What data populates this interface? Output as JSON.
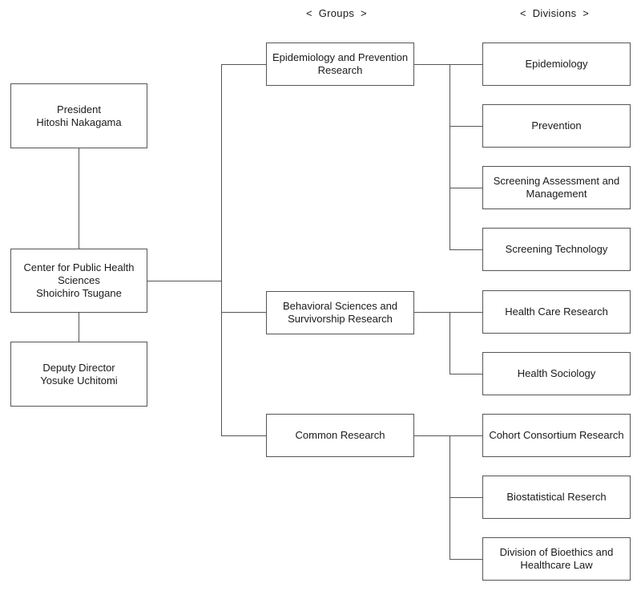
{
  "headers": {
    "groups": "<  Groups  >",
    "divisions": "<  Divisions  >"
  },
  "people": {
    "president": {
      "title": "President",
      "name": "Hitoshi Nakagama"
    },
    "center": {
      "line1": "Center for Public Health",
      "line2": "Sciences",
      "name": "Shoichiro Tsugane"
    },
    "deputy": {
      "title": "Deputy Director",
      "name": "Yosuke Uchitomi"
    }
  },
  "groups": [
    {
      "line1": "Epidemiology and Prevention",
      "line2": "Research"
    },
    {
      "line1": "Behavioral Sciences and",
      "line2": "Survivorship Research"
    },
    {
      "line1": "Common Research",
      "line2": ""
    }
  ],
  "divisions": [
    {
      "line1": "Epidemiology",
      "line2": ""
    },
    {
      "line1": "Prevention",
      "line2": ""
    },
    {
      "line1": "Screening Assessment and",
      "line2": "Management"
    },
    {
      "line1": "Screening Technology",
      "line2": ""
    },
    {
      "line1": "Health Care Research",
      "line2": ""
    },
    {
      "line1": "Health Sociology",
      "line2": ""
    },
    {
      "line1": "Cohort Consortium Research",
      "line2": ""
    },
    {
      "line1": "Biostatistical Reserch",
      "line2": ""
    },
    {
      "line1": "Division of Bioethics and",
      "line2": "Healthcare Law"
    }
  ]
}
